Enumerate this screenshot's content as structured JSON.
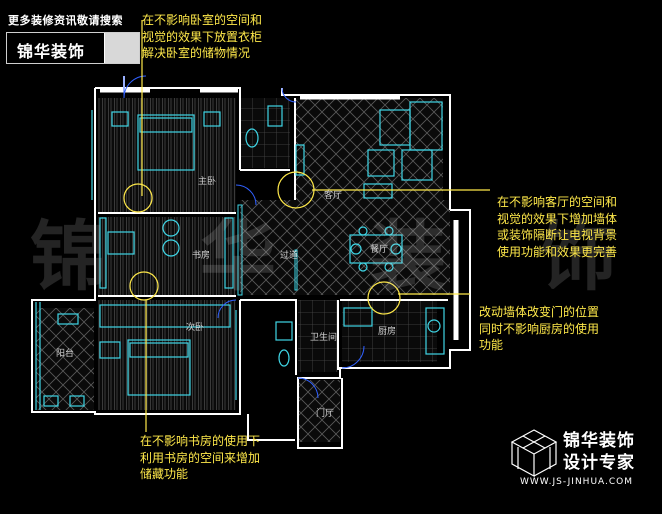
{
  "header": {
    "text": "更多装修资讯敬请搜索"
  },
  "brand": {
    "name": "锦华装饰"
  },
  "annotations": {
    "bedroom_note": "在不影响卧室的空间和\n视觉的效果下放置衣柜\n解决卧室的储物情况",
    "living_note": "在不影响客厅的空间和\n视觉的效果下增加墙体\n或装饰隔断让电视背景\n使用功能和效果更完善",
    "kitchen_note": "改动墙体改变门的位置\n同时不影响厨房的使用\n功能",
    "study_note": "在不影响书房的使用下\n利用书房的空间来增加\n储藏功能"
  },
  "rooms": {
    "master_bedroom_top": "主卧",
    "living_room": "客厅",
    "dining_room": "餐厅",
    "study": "书房",
    "corridor": "过道",
    "bedroom": "次卧",
    "balcony": "阳台",
    "bathroom": "卫生间",
    "kitchen": "厨房",
    "foyer": "门厅"
  },
  "watermark": {
    "chars": [
      "锦",
      "华",
      "装",
      "饰"
    ]
  },
  "logo": {
    "line1": "锦华装饰",
    "line2": "设计专家",
    "url": "WWW.JS-JINHUA.COM"
  },
  "colors": {
    "annotation": "#ffe94a",
    "wall": "#ffffff",
    "fixture": "#3fd6e6",
    "background": "#000000"
  }
}
